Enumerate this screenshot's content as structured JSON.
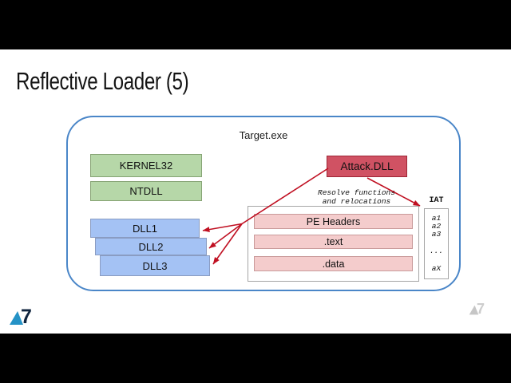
{
  "slide": {
    "title": "Reflective Loader (5)",
    "diagram": {
      "container_label": "Target.exe",
      "system_modules": [
        "KERNEL32",
        "NTDLL"
      ],
      "loaded_dlls": [
        "DLL1",
        "DLL2",
        "DLL3"
      ],
      "attack_module": "Attack.DLL",
      "annotation_line1": "Resolve functions",
      "annotation_line2": "and relocations",
      "pe_sections": [
        "PE Headers",
        ".text",
        ".data"
      ],
      "iat": {
        "label": "IAT",
        "entries": [
          "a1",
          "a2",
          "a3",
          "...",
          "aX"
        ]
      }
    },
    "branding": {
      "logo_text": "7"
    },
    "colors": {
      "container_border": "#4a86c8",
      "module_green": "#b6d7a8",
      "dll_blue": "#a4c2f4",
      "attack_red": "#d05263",
      "section_pink": "#f4cccc",
      "arrow_red": "#c01022",
      "logo_blue": "#2492c6",
      "logo_navy": "#10253f"
    }
  }
}
